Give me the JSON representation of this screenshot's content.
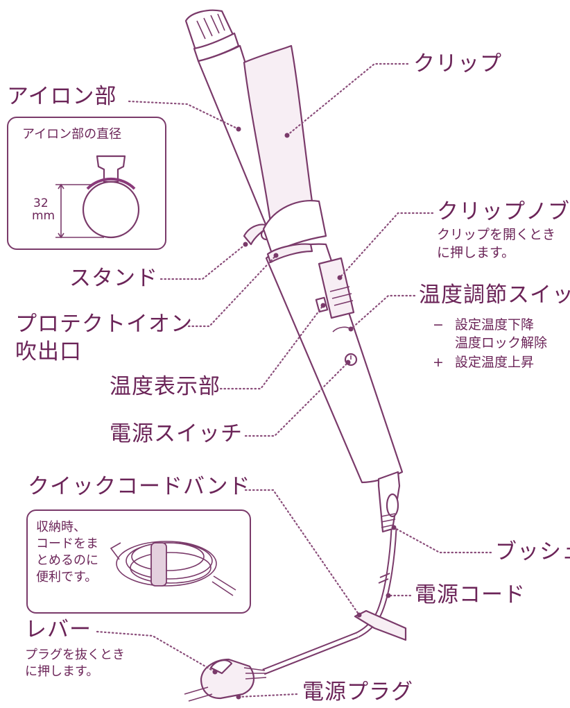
{
  "labels": {
    "iron": "アイロン部",
    "iron_box_title": "アイロン部の直径",
    "diameter_value": "32",
    "diameter_unit": "mm",
    "clip": "クリップ",
    "clip_knob": "クリップノブ",
    "clip_knob_desc_1": "クリップを開くとき",
    "clip_knob_desc_2": "に押します。",
    "stand": "スタンド",
    "protect_ion_1": "プロテクトイオン",
    "protect_ion_2": "吹出口",
    "temp_switch": "温度調節スイッチ",
    "temp_minus_sign": "−",
    "temp_minus_1": "設定温度下降",
    "temp_minus_2": "温度ロック解除",
    "temp_plus_sign": "+",
    "temp_plus": "設定温度上昇",
    "temp_display": "温度表示部",
    "power_switch": "電源スイッチ",
    "cord_band": "クイックコードバンド",
    "cord_band_desc_1": "収納時、",
    "cord_band_desc_2": "コードをま",
    "cord_band_desc_3": "とめるのに",
    "cord_band_desc_4": "便利です。",
    "bush": "ブッシュ",
    "power_cord": "電源コード",
    "lever": "レバー",
    "lever_desc_1": "プラグを抜くとき",
    "lever_desc_2": "に押します。",
    "power_plug": "電源プラグ"
  },
  "colors": {
    "text": "#6b2458",
    "line": "#7a3a6a",
    "accent": "#8a3a7a"
  }
}
